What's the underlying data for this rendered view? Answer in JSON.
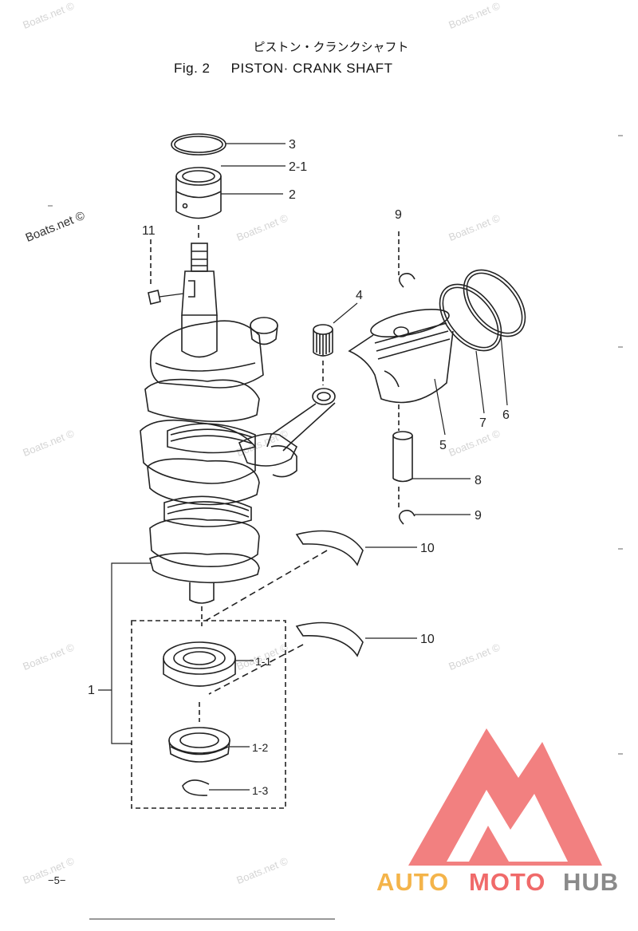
{
  "title": {
    "jp": "ピストン・クランクシャフト",
    "fig": "Fig. 2",
    "en": "PISTON· CRANK SHAFT"
  },
  "page_number": "−5−",
  "watermark": "Boats.net ©",
  "logo": {
    "text_auto": "AUTO",
    "text_moto": "MOTO",
    "text_hub": "HUB"
  },
  "callouts": [
    "3",
    "2-1",
    "2",
    "11",
    "9",
    "4",
    "7",
    "6",
    "5",
    "8",
    "9",
    "10",
    "10",
    "1",
    "1-1",
    "1-2",
    "1-3"
  ],
  "colors": {
    "ink": "#222222",
    "watermark": "#d4d4d4",
    "logo_red": "#f06a6a",
    "logo_orange": "#f4b44a",
    "logo_gray": "#8a8a8a"
  }
}
